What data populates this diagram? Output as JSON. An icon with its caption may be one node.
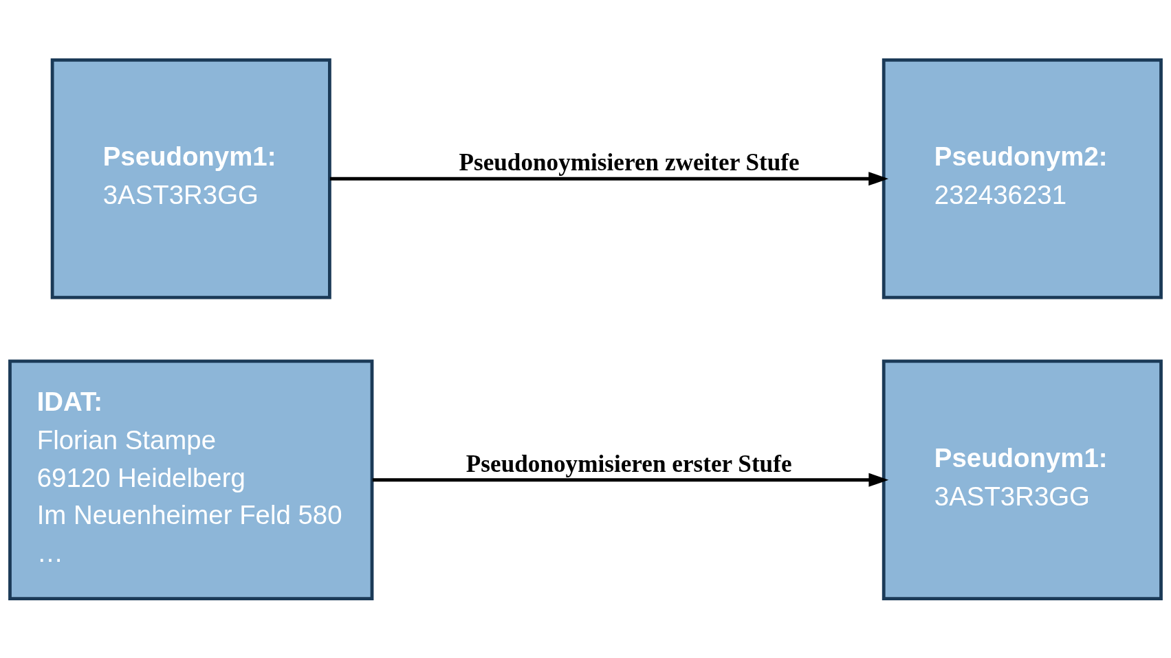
{
  "diagram": {
    "nodes": [
      {
        "text": [
          "IDAT:",
          "Florian Stampe",
          "69120 Heidelberg",
          "Im Neuenheimer Feld 580",
          "…"
        ]
      },
      {
        "text": [
          "Pseudonym1:",
          "3AST3R3GG"
        ]
      },
      {
        "text": [
          "Pseudonym1:",
          "3AST3R3GG"
        ]
      },
      {
        "text": [
          "Pseudonym2:",
          "232436231"
        ]
      }
    ],
    "edges": [
      {
        "from": 0,
        "to": 1,
        "arrow": "to",
        "label": "Pseudonoymisieren erster Stufe"
      },
      {
        "from": 2,
        "to": 3,
        "arrow": "to",
        "label": "Pseudonoymisieren zweiter Stufe"
      }
    ]
  }
}
